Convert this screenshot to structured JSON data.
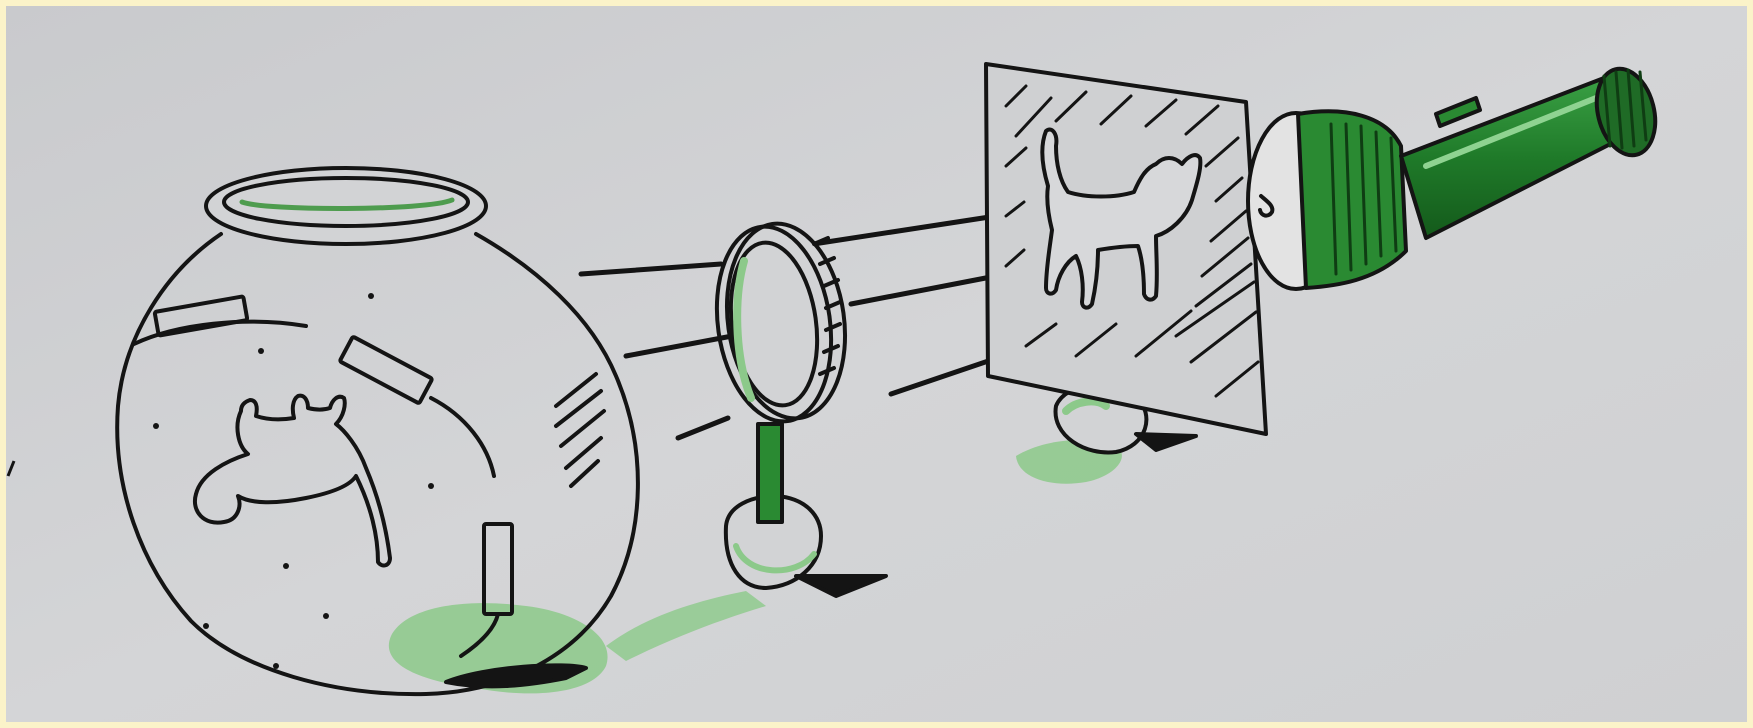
{
  "scene": {
    "subject": "projection-illustration",
    "colors": {
      "frame": "#fbf3c9",
      "paper": "#d2d3d5",
      "ink": "#141414",
      "green_dark": "#1f6b26",
      "green_mid": "#2f8f35",
      "green_light": "#8cc98a"
    },
    "objects": [
      "fishbowl",
      "magnifying-lens",
      "slide-with-cat",
      "flashlight"
    ]
  }
}
